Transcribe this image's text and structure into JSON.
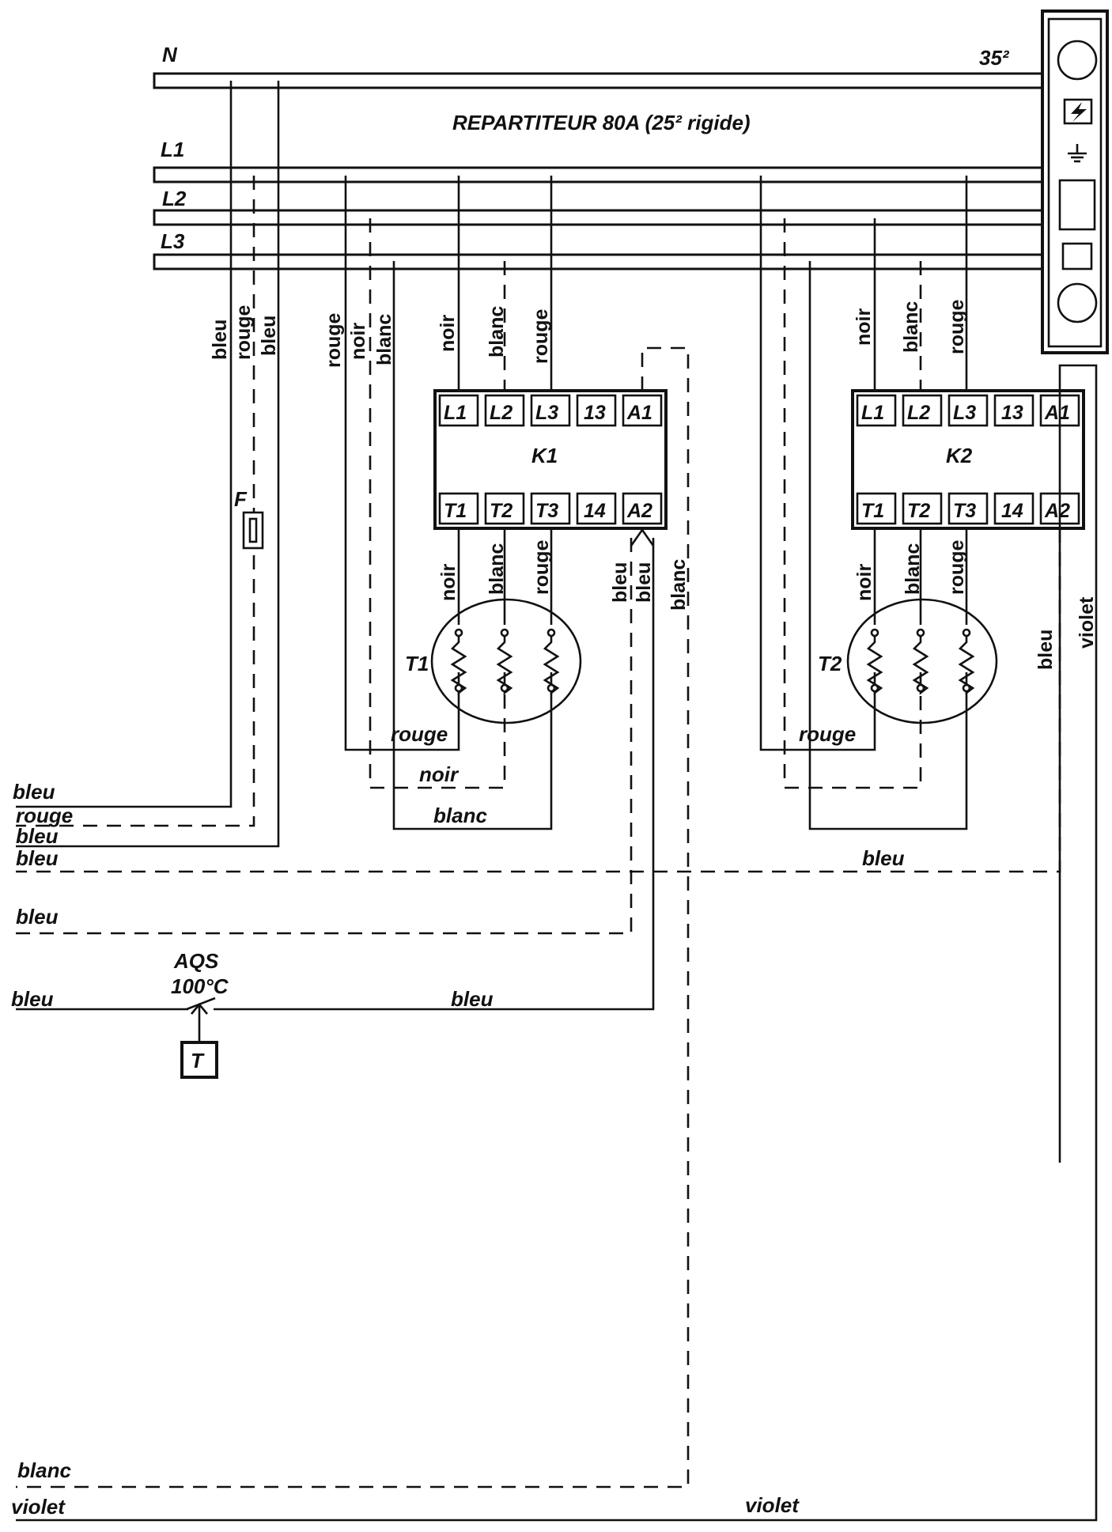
{
  "busbar": {
    "title": "REPARTITEUR 80A (25² rigide)",
    "section": "35²",
    "labels": {
      "n": "N",
      "l1": "L1",
      "l2": "L2",
      "l3": "L3"
    }
  },
  "fuse": {
    "label": "F"
  },
  "contactors": [
    {
      "name": "K1",
      "top_terminals": [
        "L1",
        "L2",
        "L3",
        "13",
        "A1"
      ],
      "bottom_terminals": [
        "T1",
        "T2",
        "T3",
        "14",
        "A2"
      ]
    },
    {
      "name": "K2",
      "top_terminals": [
        "L1",
        "L2",
        "L3",
        "13",
        "A1"
      ],
      "bottom_terminals": [
        "T1",
        "T2",
        "T3",
        "14",
        "A2"
      ]
    }
  ],
  "heaters": {
    "t1": "T1",
    "t2": "T2"
  },
  "thermostat": {
    "name": "AQS",
    "setpoint": "100°C",
    "symbol": "T"
  },
  "wire_colors": {
    "bleu": "bleu",
    "rouge": "rouge",
    "noir": "noir",
    "blanc": "blanc",
    "violet": "violet"
  }
}
